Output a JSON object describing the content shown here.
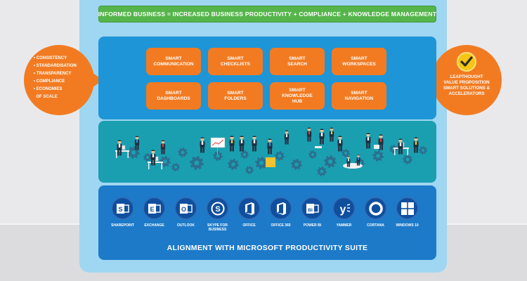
{
  "banner": {
    "text": "INFORMED BUSINESS = INCREASED BUSINESS PRODUCTIVITY + COMPLIANCE + KNOWLEDGE MANAGEMENT"
  },
  "smart_solutions": [
    {
      "label": "SMART\nCOMMUNICATION"
    },
    {
      "label": "SMART\nCHECKLISTS"
    },
    {
      "label": "SMART\nSEARCH"
    },
    {
      "label": "SMART\nWORKSPACES"
    },
    {
      "label": "SMART\nDASHBOARDS"
    },
    {
      "label": "SMART\nFOLDERS"
    },
    {
      "label": "SMART\nKNOWLEDGE\nHUB"
    },
    {
      "label": "SMART\nNAVIGATION"
    }
  ],
  "benefits": [
    "CONSISTENCY",
    "STANDARDISATION",
    "TRANSPARENCY",
    "COMPLIANCE",
    "ECONOMIES",
    "  OF SCALE"
  ],
  "proposition": {
    "lines": [
      "LEAPTHOUGHT",
      "VALUE PROPOSITION",
      "SMART SOLUTIONS &",
      "ACCELERATORS"
    ],
    "icon": "checkmark-icon"
  },
  "apps": [
    {
      "name": "SHAREPOINT",
      "glyph": "S",
      "icon": "sharepoint-icon"
    },
    {
      "name": "EXCHANGE",
      "glyph": "E",
      "icon": "exchange-icon"
    },
    {
      "name": "OUTLOOK",
      "glyph": "O",
      "icon": "outlook-icon"
    },
    {
      "name": "SKYPE FOR\nBUSINESS",
      "glyph": "S",
      "icon": "skype-icon"
    },
    {
      "name": "OFFICE",
      "glyph": "O",
      "icon": "office-icon"
    },
    {
      "name": "OFFICE 365",
      "glyph": "O",
      "icon": "office365-icon"
    },
    {
      "name": "POWER BI",
      "glyph": "BI",
      "icon": "powerbi-icon"
    },
    {
      "name": "YAMMER",
      "glyph": "y",
      "icon": "yammer-icon"
    },
    {
      "name": "CORTANA",
      "glyph": "",
      "icon": "cortana-icon"
    },
    {
      "name": "WINDOWS 10",
      "glyph": "",
      "icon": "windows-icon"
    }
  ],
  "footer": {
    "title": "ALIGNMENT WITH MICROSOFT PRODUCTIVITY SUITE"
  },
  "colors": {
    "orange": "#f27b22",
    "green": "#55b54a",
    "blue_top": "#1e95d6",
    "teal": "#1a9fb1",
    "blue_bottom": "#1d7ac8",
    "navy": "#0f4f9e",
    "gold": "#f6c515"
  }
}
